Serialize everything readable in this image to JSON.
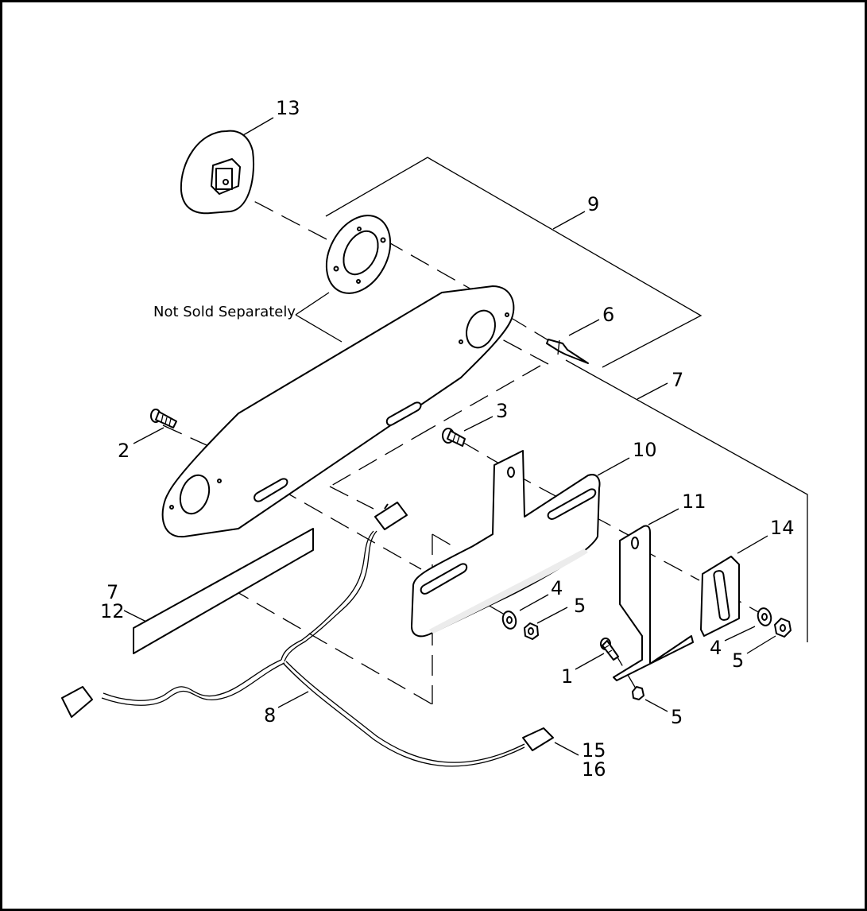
{
  "diagram": {
    "note": "Not Sold Separately",
    "callouts": {
      "c1": "1",
      "c2": "2",
      "c3": "3",
      "c4a": "4",
      "c4b": "4",
      "c5a": "5",
      "c5b": "5",
      "c5c": "5",
      "c6": "6",
      "c7a": "7",
      "c7b": "7",
      "c8": "8",
      "c9": "9",
      "c10": "10",
      "c11": "11",
      "c12": "12",
      "c13": "13",
      "c14": "14",
      "c15": "15",
      "c16": "16"
    }
  }
}
